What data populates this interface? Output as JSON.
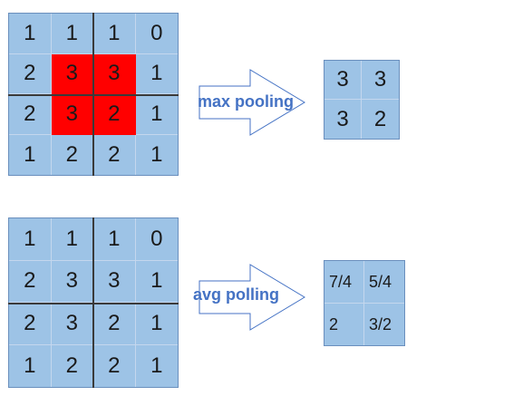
{
  "max_example": {
    "input": [
      [
        "1",
        "1",
        "1",
        "0"
      ],
      [
        "2",
        "3",
        "3",
        "1"
      ],
      [
        "2",
        "3",
        "2",
        "1"
      ],
      [
        "1",
        "2",
        "2",
        "1"
      ]
    ],
    "highlighted_cells": [
      [
        1,
        1
      ],
      [
        1,
        2
      ],
      [
        2,
        1
      ],
      [
        2,
        2
      ]
    ],
    "operation_label": "max pooling",
    "output": [
      [
        "3",
        "3"
      ],
      [
        "3",
        "2"
      ]
    ]
  },
  "avg_example": {
    "input": [
      [
        "1",
        "1",
        "1",
        "0"
      ],
      [
        "2",
        "3",
        "3",
        "1"
      ],
      [
        "2",
        "3",
        "2",
        "1"
      ],
      [
        "1",
        "2",
        "2",
        "1"
      ]
    ],
    "operation_label": "avg polling",
    "output": [
      [
        "7/4",
        "5/4"
      ],
      [
        "2",
        "3/2"
      ]
    ]
  },
  "colors": {
    "cell_fill": "#9dc3e6",
    "highlight": "#ff0000",
    "label": "#4472c4",
    "arrow_stroke": "#4472c4"
  }
}
